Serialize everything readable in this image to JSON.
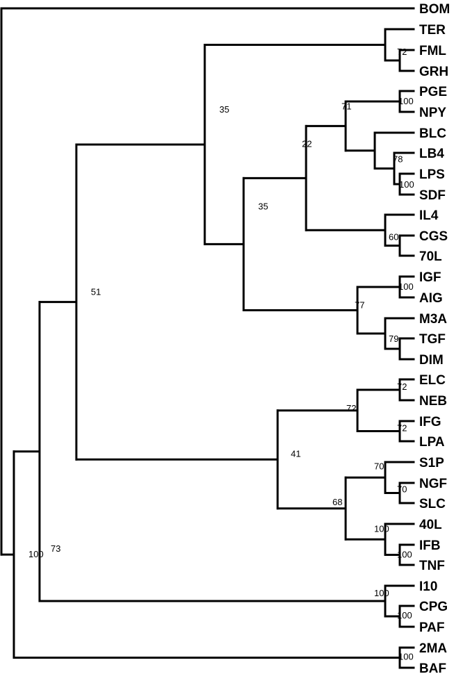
{
  "tree": {
    "id": "root",
    "children": [
      {
        "label": "BOM"
      },
      {
        "support": "73",
        "children": [
          {
            "support": "100",
            "children": [
              {
                "support": "51",
                "children": [
                  {
                    "support": "35",
                    "children": [
                      {
                        "children": [
                          {
                            "label": "TER"
                          },
                          {
                            "support": "72",
                            "children": [
                              {
                                "label": "FML"
                              },
                              {
                                "label": "GRH"
                              }
                            ]
                          }
                        ]
                      },
                      {
                        "support": "35",
                        "children": [
                          {
                            "support": "22",
                            "children": [
                              {
                                "support": "71",
                                "children": [
                                  {
                                    "support": "100",
                                    "children": [
                                      {
                                        "label": "PGE"
                                      },
                                      {
                                        "label": "NPY"
                                      }
                                    ]
                                  },
                                  {
                                    "children": [
                                      {
                                        "label": "BLC"
                                      },
                                      {
                                        "support": "78",
                                        "children": [
                                          {
                                            "label": "LB4"
                                          },
                                          {
                                            "support": "100",
                                            "children": [
                                              {
                                                "label": "LPS"
                                              },
                                              {
                                                "label": "SDF"
                                              }
                                            ]
                                          }
                                        ]
                                      }
                                    ]
                                  }
                                ]
                              },
                              {
                                "children": [
                                  {
                                    "label": "IL4"
                                  },
                                  {
                                    "support": "60",
                                    "children": [
                                      {
                                        "label": "CGS"
                                      },
                                      {
                                        "label": "70L"
                                      }
                                    ]
                                  }
                                ]
                              }
                            ]
                          },
                          {
                            "support": "77",
                            "children": [
                              {
                                "support": "100",
                                "children": [
                                  {
                                    "label": "IGF"
                                  },
                                  {
                                    "label": "AIG"
                                  }
                                ]
                              },
                              {
                                "children": [
                                  {
                                    "label": "M3A"
                                  },
                                  {
                                    "support": "79",
                                    "children": [
                                      {
                                        "label": "TGF"
                                      },
                                      {
                                        "label": "DIM"
                                      }
                                    ]
                                  }
                                ]
                              }
                            ]
                          }
                        ]
                      }
                    ]
                  },
                  {
                    "support": "41",
                    "children": [
                      {
                        "support": "72",
                        "children": [
                          {
                            "support": "72",
                            "children": [
                              {
                                "label": "ELC"
                              },
                              {
                                "label": "NEB"
                              }
                            ]
                          },
                          {
                            "support": "72",
                            "children": [
                              {
                                "label": "IFG"
                              },
                              {
                                "label": "LPA"
                              }
                            ]
                          }
                        ]
                      },
                      {
                        "support": "68",
                        "children": [
                          {
                            "support": "70",
                            "children": [
                              {
                                "label": "S1P"
                              },
                              {
                                "support": "70",
                                "children": [
                                  {
                                    "label": "NGF"
                                  },
                                  {
                                    "label": "SLC"
                                  }
                                ]
                              }
                            ]
                          },
                          {
                            "support": "100",
                            "children": [
                              {
                                "label": "40L"
                              },
                              {
                                "support": "100",
                                "children": [
                                  {
                                    "label": "IFB"
                                  },
                                  {
                                    "label": "TNF"
                                  }
                                ]
                              }
                            ]
                          }
                        ]
                      }
                    ]
                  }
                ]
              },
              {
                "support": "100",
                "children": [
                  {
                    "label": "I10"
                  },
                  {
                    "support": "100",
                    "children": [
                      {
                        "label": "CPG"
                      },
                      {
                        "label": "PAF"
                      }
                    ]
                  }
                ]
              }
            ]
          },
          {
            "support": "100",
            "children": [
              {
                "label": "2MA"
              },
              {
                "label": "BAF"
              }
            ]
          }
        ]
      }
    ]
  }
}
